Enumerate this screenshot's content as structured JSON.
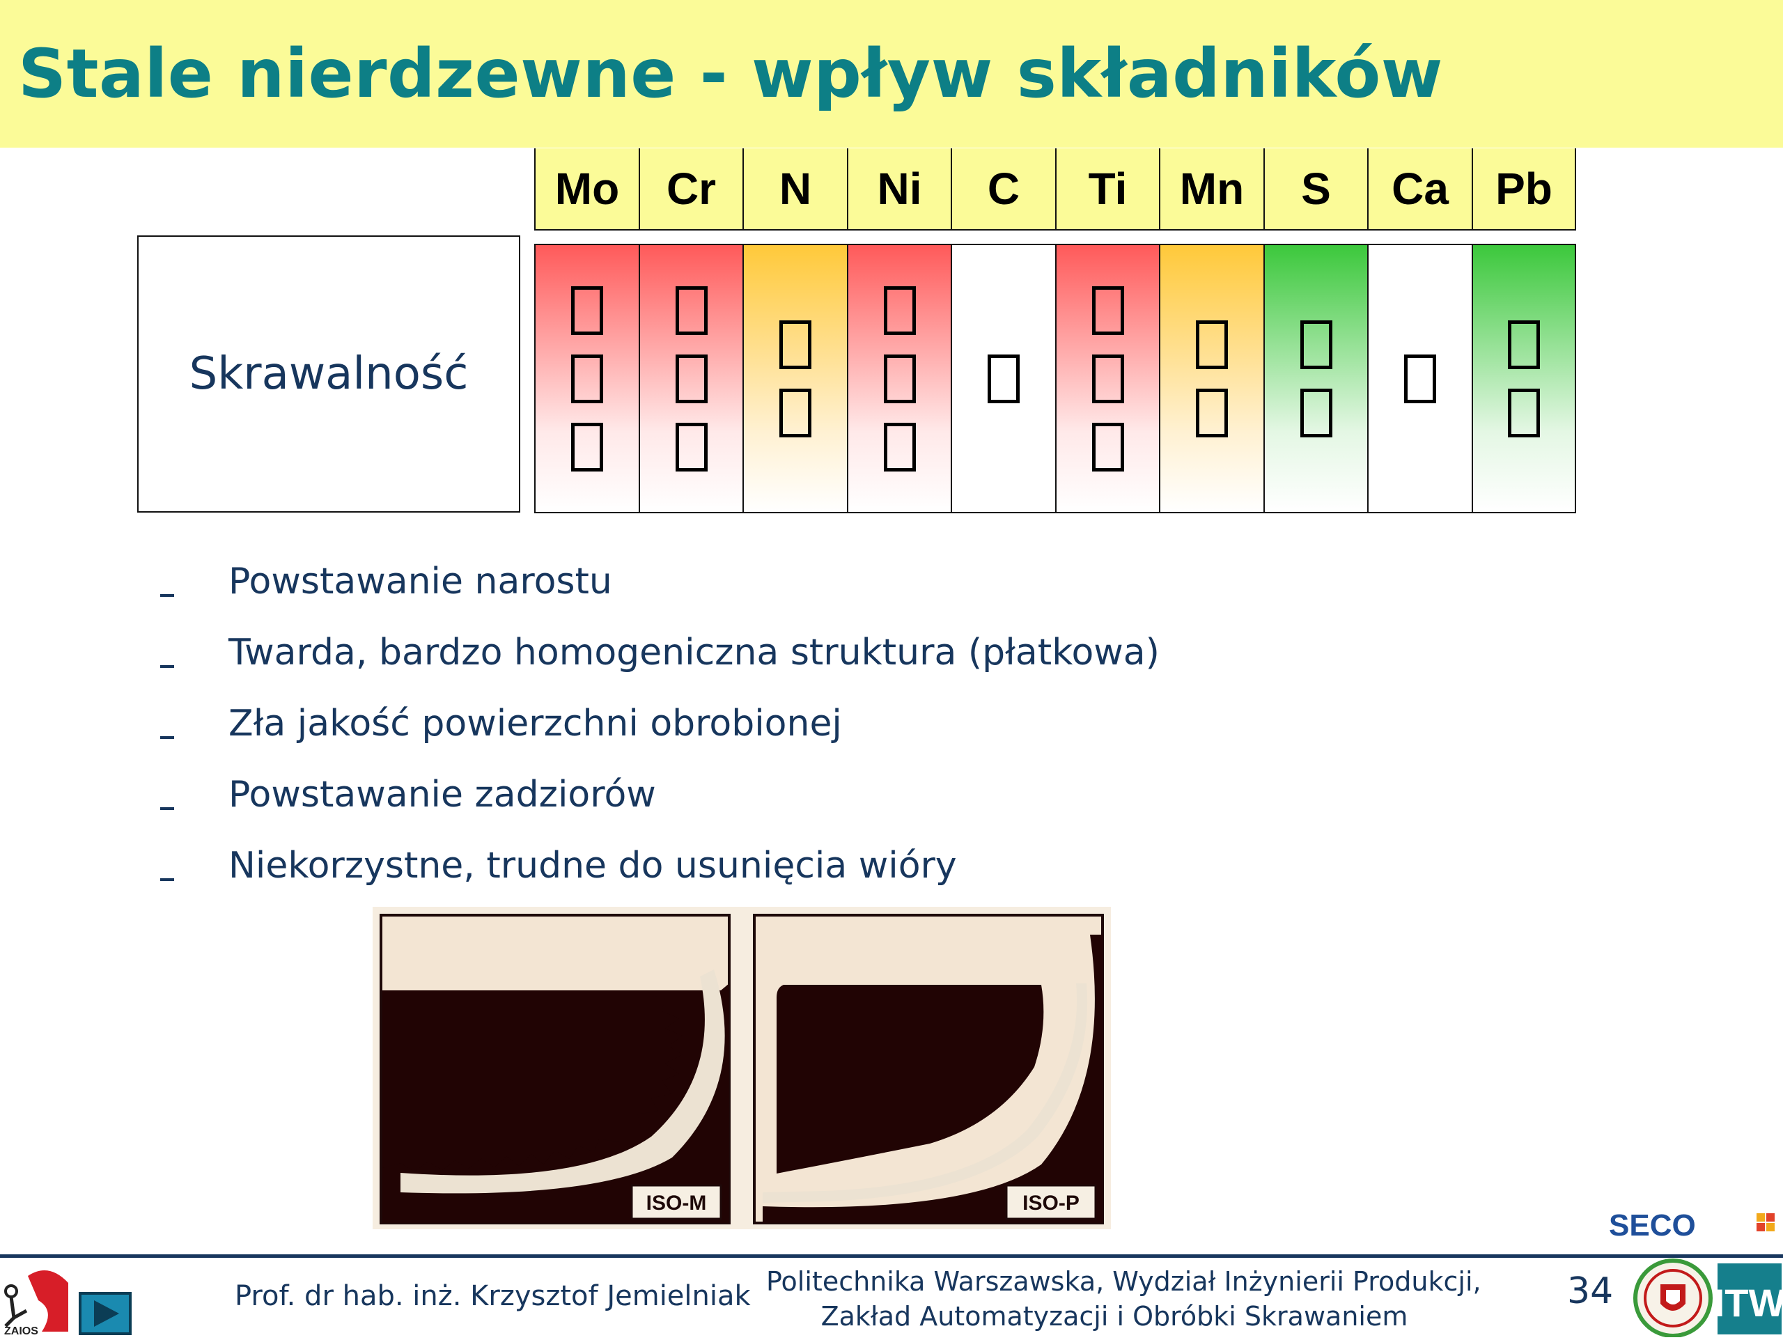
{
  "slide": {
    "title": "Stale nierdzewne - wpływ składników",
    "page_number": "34"
  },
  "table": {
    "row_label": "Skrawalność",
    "elements": [
      {
        "symbol": "Mo",
        "effect": "negative",
        "strength": 3,
        "color": "#ff5a5a"
      },
      {
        "symbol": "Cr",
        "effect": "negative",
        "strength": 3,
        "color": "#ff5a5a"
      },
      {
        "symbol": "N",
        "effect": "negative",
        "strength": 2,
        "color": "#ffc93a"
      },
      {
        "symbol": "Ni",
        "effect": "negative",
        "strength": 3,
        "color": "#ff5a5a"
      },
      {
        "symbol": "C",
        "effect": "neutral",
        "strength": 1,
        "color": "#ffffff"
      },
      {
        "symbol": "Ti",
        "effect": "negative",
        "strength": 3,
        "color": "#ff5a5a"
      },
      {
        "symbol": "Mn",
        "effect": "negative",
        "strength": 2,
        "color": "#ffc93a"
      },
      {
        "symbol": "S",
        "effect": "positive",
        "strength": 2,
        "color": "#3cc83c"
      },
      {
        "symbol": "Ca",
        "effect": "neutral",
        "strength": 1,
        "color": "#ffffff"
      },
      {
        "symbol": "Pb",
        "effect": "positive",
        "strength": 2,
        "color": "#3cc83c"
      }
    ]
  },
  "bullets": [
    "Powstawanie narostu",
    "Twarda, bardzo homogeniczna struktura (płatkowa)",
    "Zła jakość powierzchni obrobionej",
    "Powstawanie zadziorów",
    "Niekorzystne, trudne do usunięcia wióry"
  ],
  "photo": {
    "labels": [
      "ISO-M",
      "ISO-P"
    ]
  },
  "footer": {
    "author": "Prof. dr hab. inż. Krzysztof Jemielniak",
    "institution_line1": "Politechnika Warszawska, Wydział Inżynierii Produkcji,",
    "institution_line2": "Zakład Automatyzacji i Obróbki Skrawaniem",
    "seco_logo_text": "SECO",
    "zaios_logo_text": "ZAIOS",
    "itw_logo_text": "ITW"
  },
  "colors": {
    "title": "#0d7f86",
    "title_bar": "#fbfb98",
    "text": "#17365d",
    "negative": "#ff5a5a",
    "moderate": "#ffc93a",
    "positive": "#3cc83c"
  }
}
